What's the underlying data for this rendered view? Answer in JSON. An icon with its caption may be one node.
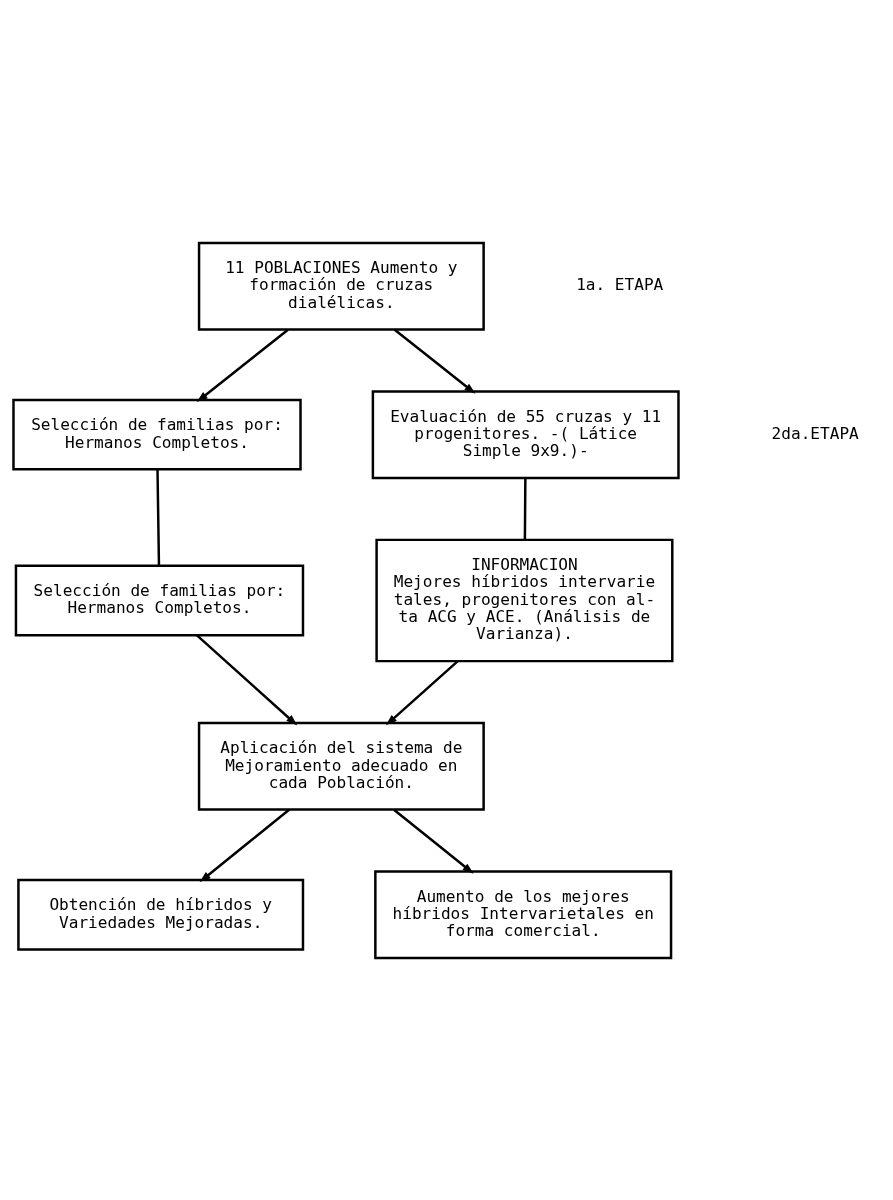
{
  "diagram": {
    "nodes": [
      {
        "text": [
          "11 POBLACIONES Aumento y formación de cruzas dialélicas."
        ]
      },
      {
        "text": [
          "Selección de familias por: Hermanos Completos."
        ]
      },
      {
        "text": [
          "Evaluación de 55 cruzas y 11 progenitores. -( Látice Simple 9x9.)-"
        ]
      },
      {
        "text": [
          "Selección de familias por: Hermanos Completos."
        ]
      },
      {
        "text": [
          "INFORMACION",
          "Mejores híbridos intervarie tales, progenitores con al- ta ACG y ACE. (Análisis de Varianza)."
        ]
      },
      {
        "text": [
          "Aplicación del sistema de Mejoramiento adecuado en cada Población."
        ]
      },
      {
        "text": [
          "Obtención de híbridos y Variedades Mejoradas."
        ]
      },
      {
        "text": [
          "Aumento de los mejores híbridos Intervarietales en forma comercial."
        ]
      }
    ],
    "edges": [
      {
        "from": 0,
        "to": 1,
        "arrow": "to"
      },
      {
        "from": 0,
        "to": 2,
        "arrow": "to"
      },
      {
        "from": 1,
        "to": 3,
        "arrow": "none"
      },
      {
        "from": 2,
        "to": 4,
        "arrow": "none"
      },
      {
        "from": 3,
        "to": 5,
        "arrow": "to"
      },
      {
        "from": 4,
        "to": 5,
        "arrow": "to"
      },
      {
        "from": 5,
        "to": 6,
        "arrow": "to"
      },
      {
        "from": 5,
        "to": 7,
        "arrow": "to"
      }
    ],
    "labels": [
      "1a. ETAPA",
      "2da.ETAPA"
    ]
  }
}
